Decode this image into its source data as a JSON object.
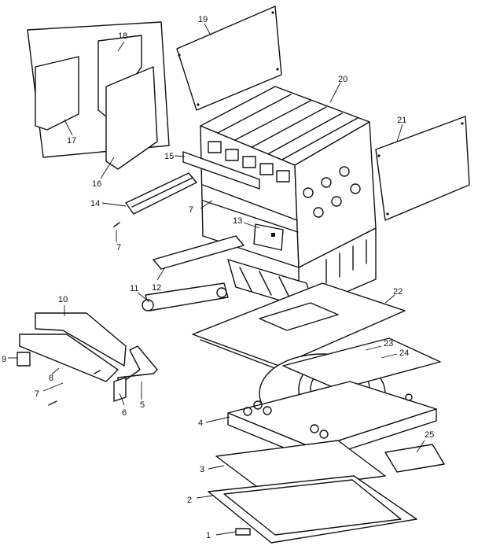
{
  "callouts": {
    "c1": "1",
    "c2": "2",
    "c3": "3",
    "c4": "4",
    "c5": "5",
    "c6": "6",
    "c7a": "7",
    "c7b": "7",
    "c7c": "7",
    "c8": "8",
    "c9": "9",
    "c10": "10",
    "c11": "11",
    "c12": "12",
    "c13": "13",
    "c14": "14",
    "c15": "15",
    "c16": "16",
    "c17": "17",
    "c18": "18",
    "c19": "19",
    "c20": "20",
    "c21": "21",
    "c22": "22",
    "c23": "23",
    "c24": "24",
    "c25": "25"
  }
}
